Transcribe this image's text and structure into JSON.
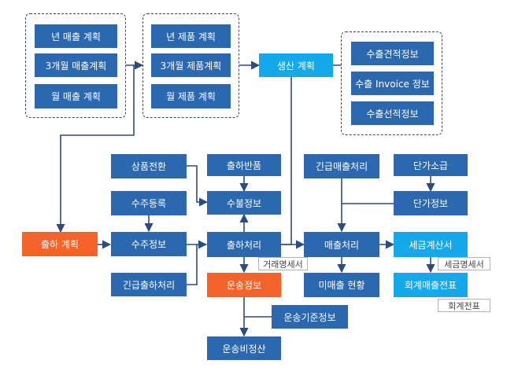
{
  "nodes": {
    "annual_sales_plan": "년 매출 계획",
    "quarterly_sales_plan": "3개월 매출계획",
    "monthly_sales_plan": "월 매출 계획",
    "annual_product_plan": "년 제품 계획",
    "quarterly_product_plan": "3개월 제품계획",
    "monthly_product_plan": "월 제품 계획",
    "production_plan": "생산 계획",
    "export_quote_info": "수출견적정보",
    "export_invoice_info": "수출 Invoice 정보",
    "export_shipping_info": "수출선적정보",
    "product_conversion": "상품전환",
    "shipment_return": "출하반품",
    "order_registration": "수주등록",
    "inventory_info": "수불정보",
    "shipment_plan": "출하 계획",
    "order_info": "수주정보",
    "shipment_processing": "출하처리",
    "urgent_shipment_processing": "긴급출하처리",
    "transport_info": "운송정보",
    "transport_criteria_info": "운송기준정보",
    "transport_cost_settlement": "운송비정산",
    "urgent_sales_processing": "긴급매출처리",
    "sales_processing": "매출처리",
    "unsold_status": "미매출 현황",
    "unit_price_retroactive": "단가소급",
    "unit_price_info": "단가정보",
    "tax_invoice": "세금계산서",
    "accounting_sales_voucher": "회계매출전표"
  },
  "tags": {
    "transaction_statement": "거래명세서",
    "tax_statement": "세금명세서",
    "accounting_voucher": "회계전표"
  },
  "colors": {
    "process": "#2b68b0",
    "highlight": "#15a9ea",
    "start": "#f4632a",
    "line": "#2b4c7e"
  }
}
